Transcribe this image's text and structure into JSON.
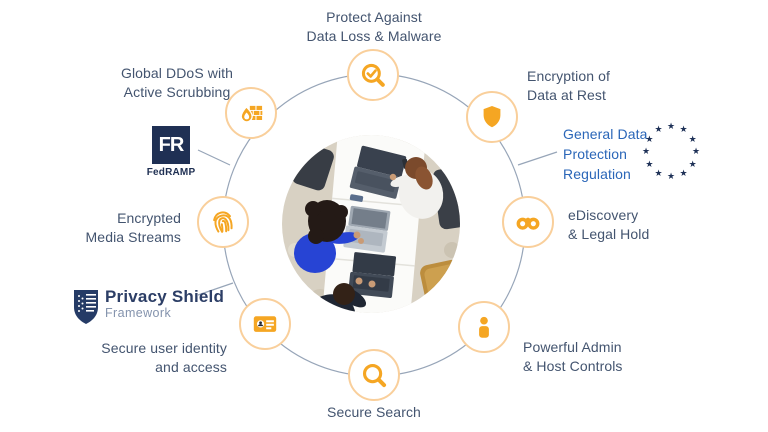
{
  "colors": {
    "accent_orange": "#F5A623",
    "node_border": "#F9CF9B",
    "ring_line": "#97A5B8",
    "label_text": "#43546F",
    "gdpr_blue": "#2A66B8",
    "logo_navy": "#1F3054"
  },
  "labels": {
    "protect": [
      "Protect Against",
      "Data Loss & Malware"
    ],
    "ddos": [
      "Global DDoS with",
      "Active Scrubbing"
    ],
    "encryption": [
      "Encryption of",
      "Data at Rest"
    ],
    "gdpr": [
      "General Data",
      "Protection",
      "Regulation"
    ],
    "ediscovery": [
      "eDiscovery",
      "& Legal Hold"
    ],
    "admin": [
      "Powerful Admin",
      "& Host Controls"
    ],
    "search": [
      "Secure Search"
    ],
    "identity": [
      "Secure user identity",
      "and access"
    ],
    "media": [
      "Encrypted",
      "Media Streams"
    ]
  },
  "logos": {
    "fedramp": {
      "abbr": "FR",
      "name": "FedRAMP"
    },
    "privacy_shield": {
      "title": "Privacy Shield",
      "subtitle": "Framework"
    }
  },
  "icons": {
    "protect": "magnifier-check-icon",
    "encryption": "shield-icon",
    "ediscovery": "binoculars-icon",
    "admin": "person-icon",
    "search": "magnifier-icon",
    "identity": "id-card-icon",
    "media": "fingerprint-icon",
    "ddos": "firewall-flame-icon",
    "gdpr": "eu-stars-icon"
  }
}
